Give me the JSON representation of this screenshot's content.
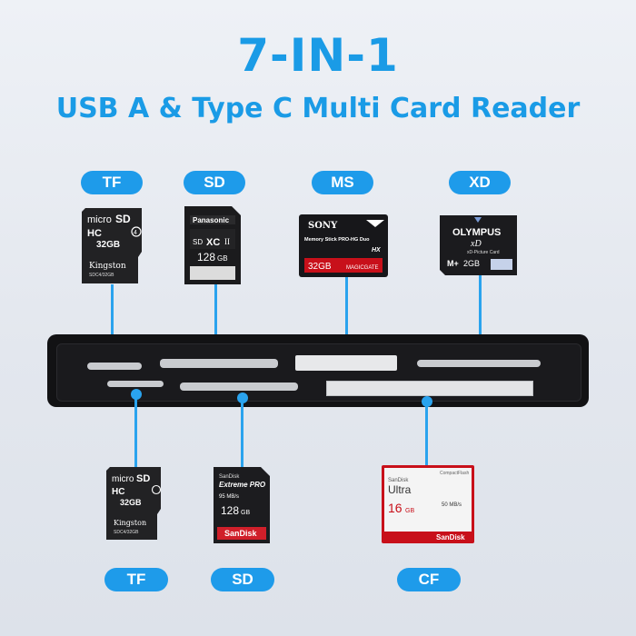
{
  "header": {
    "title": "7-IN-1",
    "subtitle": "USB A & Type C Multi Card Reader"
  },
  "top_labels": [
    "TF",
    "SD",
    "MS",
    "XD"
  ],
  "bottom_labels": [
    "TF",
    "SD",
    "CF"
  ],
  "cards": {
    "tf": {
      "line1": "micro",
      "line2": "SD",
      "line3": "HC",
      "capacity": "32GB",
      "brand": "Kingston",
      "model": "SDC4/32GB"
    },
    "sd_top": {
      "brand": "Panasonic",
      "line2": "SD",
      "line3": "XC",
      "line4": "II",
      "capacity": "128",
      "unit": "GB"
    },
    "ms": {
      "brand": "SONY",
      "line1": "Memory Stick PRO-HG Duo",
      "mark": "HX",
      "capacity": "32GB",
      "gate": "MAGICGATE"
    },
    "xd": {
      "brand": "OLYMPUS",
      "logo": "xD",
      "line1": "xD-Picture Card",
      "line2": "M+",
      "capacity": "2GB"
    },
    "sd_bottom": {
      "brand": "SanDisk",
      "series": "Extreme PRO",
      "speed": "95 MB/s",
      "capacity": "128",
      "unit": "GB",
      "footer": "SanDisk"
    },
    "cf": {
      "header": "CompactFlash",
      "brand": "SanDisk",
      "series": "Ultra",
      "speed": "50 MB/s",
      "capacity": "16",
      "unit": "GB",
      "footer": "SanDisk"
    }
  },
  "colors": {
    "accent": "#1a9be6",
    "connector": "#2aa3ee",
    "reader": "#121214"
  }
}
